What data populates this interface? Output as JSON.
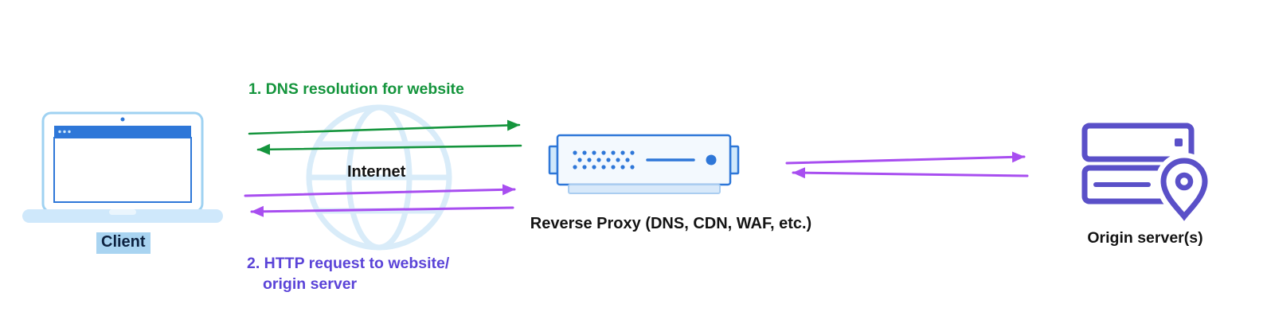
{
  "labels": {
    "client": "Client",
    "internet": "Internet",
    "reverse_proxy": "Reverse Proxy (DNS, CDN, WAF, etc.)",
    "origin_servers": "Origin server(s)"
  },
  "steps": {
    "step1": {
      "label": "1. DNS resolution for website"
    },
    "step2": {
      "line1": "2. HTTP request to website/",
      "line2": "origin server"
    }
  },
  "arrows": {
    "dns_request": {
      "from": "client",
      "to": "internet",
      "direction": "right",
      "color_name": "green"
    },
    "dns_response": {
      "from": "internet",
      "to": "client",
      "direction": "left",
      "color_name": "green"
    },
    "http_request": {
      "from": "client",
      "to": "reverse_proxy",
      "direction": "right",
      "color_name": "purple"
    },
    "http_response": {
      "from": "reverse_proxy",
      "to": "client",
      "direction": "left",
      "color_name": "purple"
    },
    "proxy_to_origin": {
      "from": "reverse_proxy",
      "to": "origin_servers",
      "direction": "right",
      "color_name": "purple"
    },
    "origin_to_proxy": {
      "from": "origin_servers",
      "to": "reverse_proxy",
      "direction": "left",
      "color_name": "purple"
    }
  },
  "icons": {
    "laptop-icon": "svg-laptop",
    "globe-icon": "svg-globe",
    "reverse-proxy-device-icon": "svg-rack-appliance",
    "origin-server-icon": "svg-stacked-servers",
    "location-pin-icon": "svg-map-pin",
    "arrow-icon": "svg-line-with-arrowhead"
  },
  "colors": {
    "green": "#15953d",
    "purple": "#a84ef0",
    "violet-text": "#5b44d8",
    "indigo": "#5a50c8",
    "blue": "#2e77d8",
    "light-blue": "#cfe8fb",
    "pale-blue": "#eaf5fd",
    "tray-blue": "#d8e9fa",
    "laptop-border": "#9fd2f2",
    "globe": "#d9ecf9",
    "text-dark": "#141414",
    "client-text": "#0d2240",
    "client-highlight": "#a9d4f1"
  }
}
